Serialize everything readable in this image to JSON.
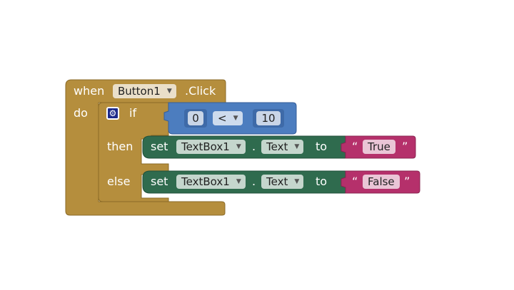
{
  "event_block": {
    "keyword_when": "when",
    "component": "Button1",
    "event": ".Click",
    "keyword_do": "do",
    "color": "#b58e3d"
  },
  "if_block": {
    "keyword_if": "if",
    "keyword_then": "then",
    "keyword_else": "else",
    "mutator_icon": "gear-icon",
    "color": "#4c7dbf"
  },
  "compare_block": {
    "left_value": "0",
    "operator": "<",
    "right_value": "10",
    "color": "#4c7dbf"
  },
  "setter_then": {
    "keyword_set": "set",
    "component": "TextBox1",
    "dot": ".",
    "property": "Text",
    "keyword_to": "to",
    "color": "#2f6b4e"
  },
  "string_then": {
    "open_quote": "“",
    "value": "True",
    "close_quote": "”",
    "color": "#b5306b"
  },
  "setter_else": {
    "keyword_set": "set",
    "component": "TextBox1",
    "dot": ".",
    "property": "Text",
    "keyword_to": "to",
    "color": "#2f6b4e"
  },
  "string_else": {
    "open_quote": "“",
    "value": "False",
    "close_quote": "”",
    "color": "#b5306b"
  }
}
